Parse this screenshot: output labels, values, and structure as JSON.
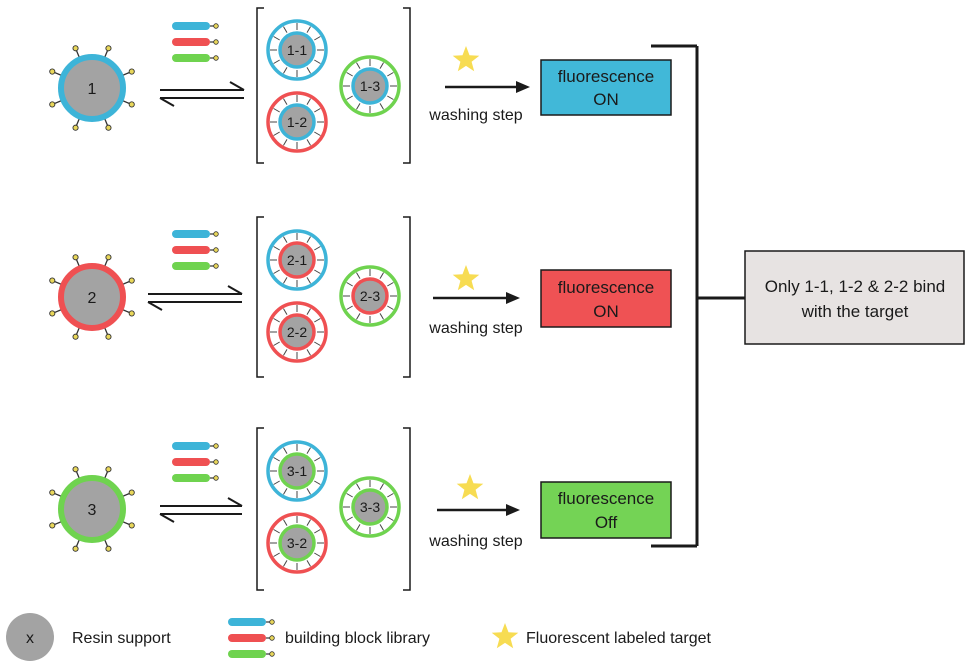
{
  "colors": {
    "blue": "#3db4d8",
    "red": "#ef5052",
    "green": "#6fd34f",
    "resin": "#a3a3a3",
    "star": "#f7dc52",
    "result_box": "#e7e3e2",
    "box_blue": "#41b8d8",
    "box_red": "#ef5254",
    "box_green": "#74d355"
  },
  "rows": [
    {
      "bead_label": "1",
      "color_key": "blue",
      "complexes": [
        {
          "label": "1-1",
          "inner": "blue",
          "outer": "blue"
        },
        {
          "label": "1-2",
          "inner": "blue",
          "outer": "red"
        },
        {
          "label": "1-3",
          "inner": "blue",
          "outer": "green"
        }
      ],
      "step_label": "washing step",
      "result_line1": "fluorescence",
      "result_line2": "ON",
      "result_color_key": "box_blue"
    },
    {
      "bead_label": "2",
      "color_key": "red",
      "complexes": [
        {
          "label": "2-1",
          "inner": "red",
          "outer": "blue"
        },
        {
          "label": "2-2",
          "inner": "red",
          "outer": "red"
        },
        {
          "label": "2-3",
          "inner": "red",
          "outer": "green"
        }
      ],
      "step_label": "washing step",
      "result_line1": "fluorescence",
      "result_line2": "ON",
      "result_color_key": "box_red"
    },
    {
      "bead_label": "3",
      "color_key": "green",
      "complexes": [
        {
          "label": "3-1",
          "inner": "green",
          "outer": "blue"
        },
        {
          "label": "3-2",
          "inner": "green",
          "outer": "red"
        },
        {
          "label": "3-3",
          "inner": "green",
          "outer": "green"
        }
      ],
      "step_label": "washing step",
      "result_line1": "fluorescence",
      "result_line2": "Off",
      "result_color_key": "box_green"
    }
  ],
  "conclusion": {
    "line1": "Only 1-1, 1-2 & 2-2 bind",
    "line2": "with the target"
  },
  "legend": {
    "resin_symbol": "x",
    "resin_label": "Resin support",
    "library_label": "building block library",
    "target_label": "Fluorescent labeled target"
  }
}
